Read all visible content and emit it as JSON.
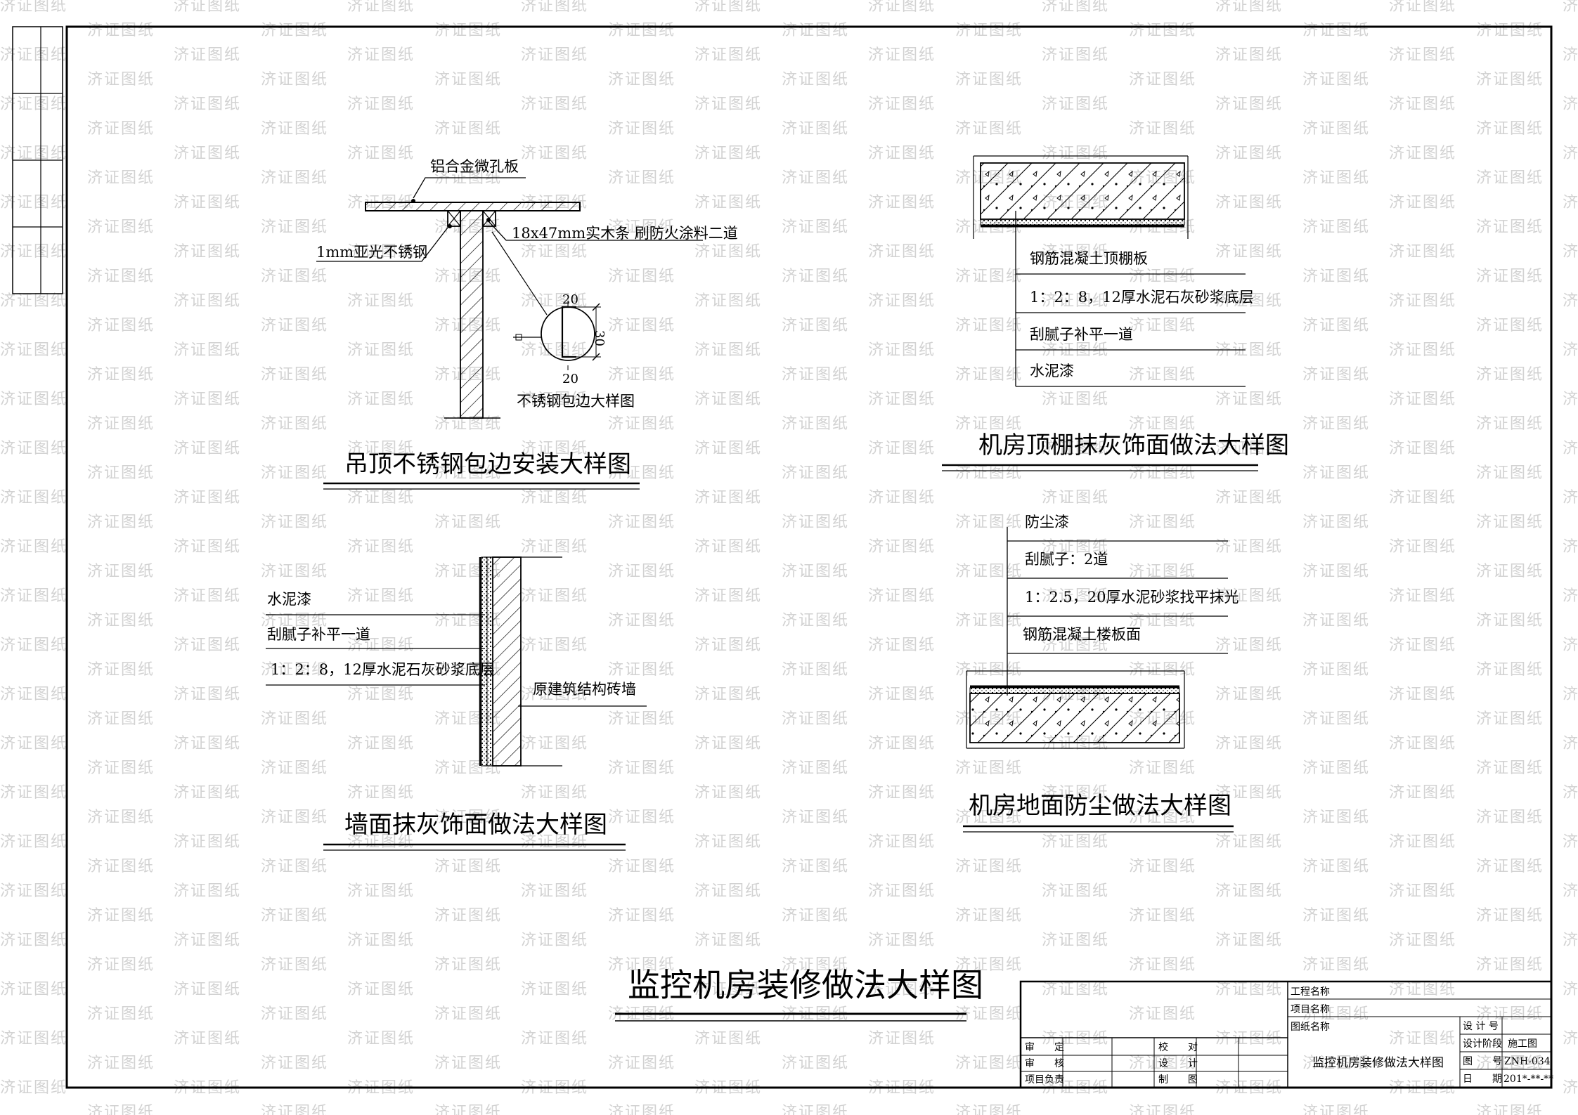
{
  "watermark": "济证图纸",
  "drawing_title": "监控机房装修做法大样图",
  "details": {
    "ceiling_edge": {
      "title": "吊顶不锈钢包边安装大样图",
      "labels": {
        "panel": "铝合金微孔板",
        "stainless": "1mm亚光不锈钢",
        "wood": "18x47mm实木条  刷防火涂料二道",
        "edge_detail": "不锈钢包边大样图"
      },
      "dims": {
        "top": "20",
        "side": "30",
        "bottom": "20"
      }
    },
    "ceiling_plaster": {
      "title": "机房顶棚抹灰饰面做法大样图",
      "layers": [
        "钢筋混凝土顶棚板",
        "1：2：8，12厚水泥石灰砂浆底层",
        "刮腻子补平一道",
        "水泥漆"
      ]
    },
    "wall_plaster": {
      "title": "墙面抹灰饰面做法大样图",
      "layers": [
        "水泥漆",
        "刮腻子补平一道",
        "1：2：8，12厚水泥石灰砂浆底层"
      ],
      "wall_label": "原建筑结构砖墙"
    },
    "floor_dust": {
      "title": "机房地面防尘做法大样图",
      "layers": [
        "防尘漆",
        "刮腻子：2道",
        "1：2.5，20厚水泥砂浆找平抹光",
        "钢筋混凝土楼板面"
      ]
    }
  },
  "title_block": {
    "project_name": "工程名称",
    "item_name": "项目名称",
    "drawing_name_label": "图纸名称",
    "drawing_name_value": "监控机房装修做法大样图",
    "review": "审　　定",
    "check": "审　　核",
    "project_lead": "项目负责",
    "proof": "校　　对",
    "design": "设　　计",
    "draw": "制　　图",
    "design_no": "设 计 号",
    "design_stage": "设计阶段",
    "design_stage_value": "施工图",
    "drawing_no_label": "图　　号",
    "drawing_no_value": "ZNH-034",
    "date_label": "日　　期",
    "date_value": "201*-**-**"
  }
}
